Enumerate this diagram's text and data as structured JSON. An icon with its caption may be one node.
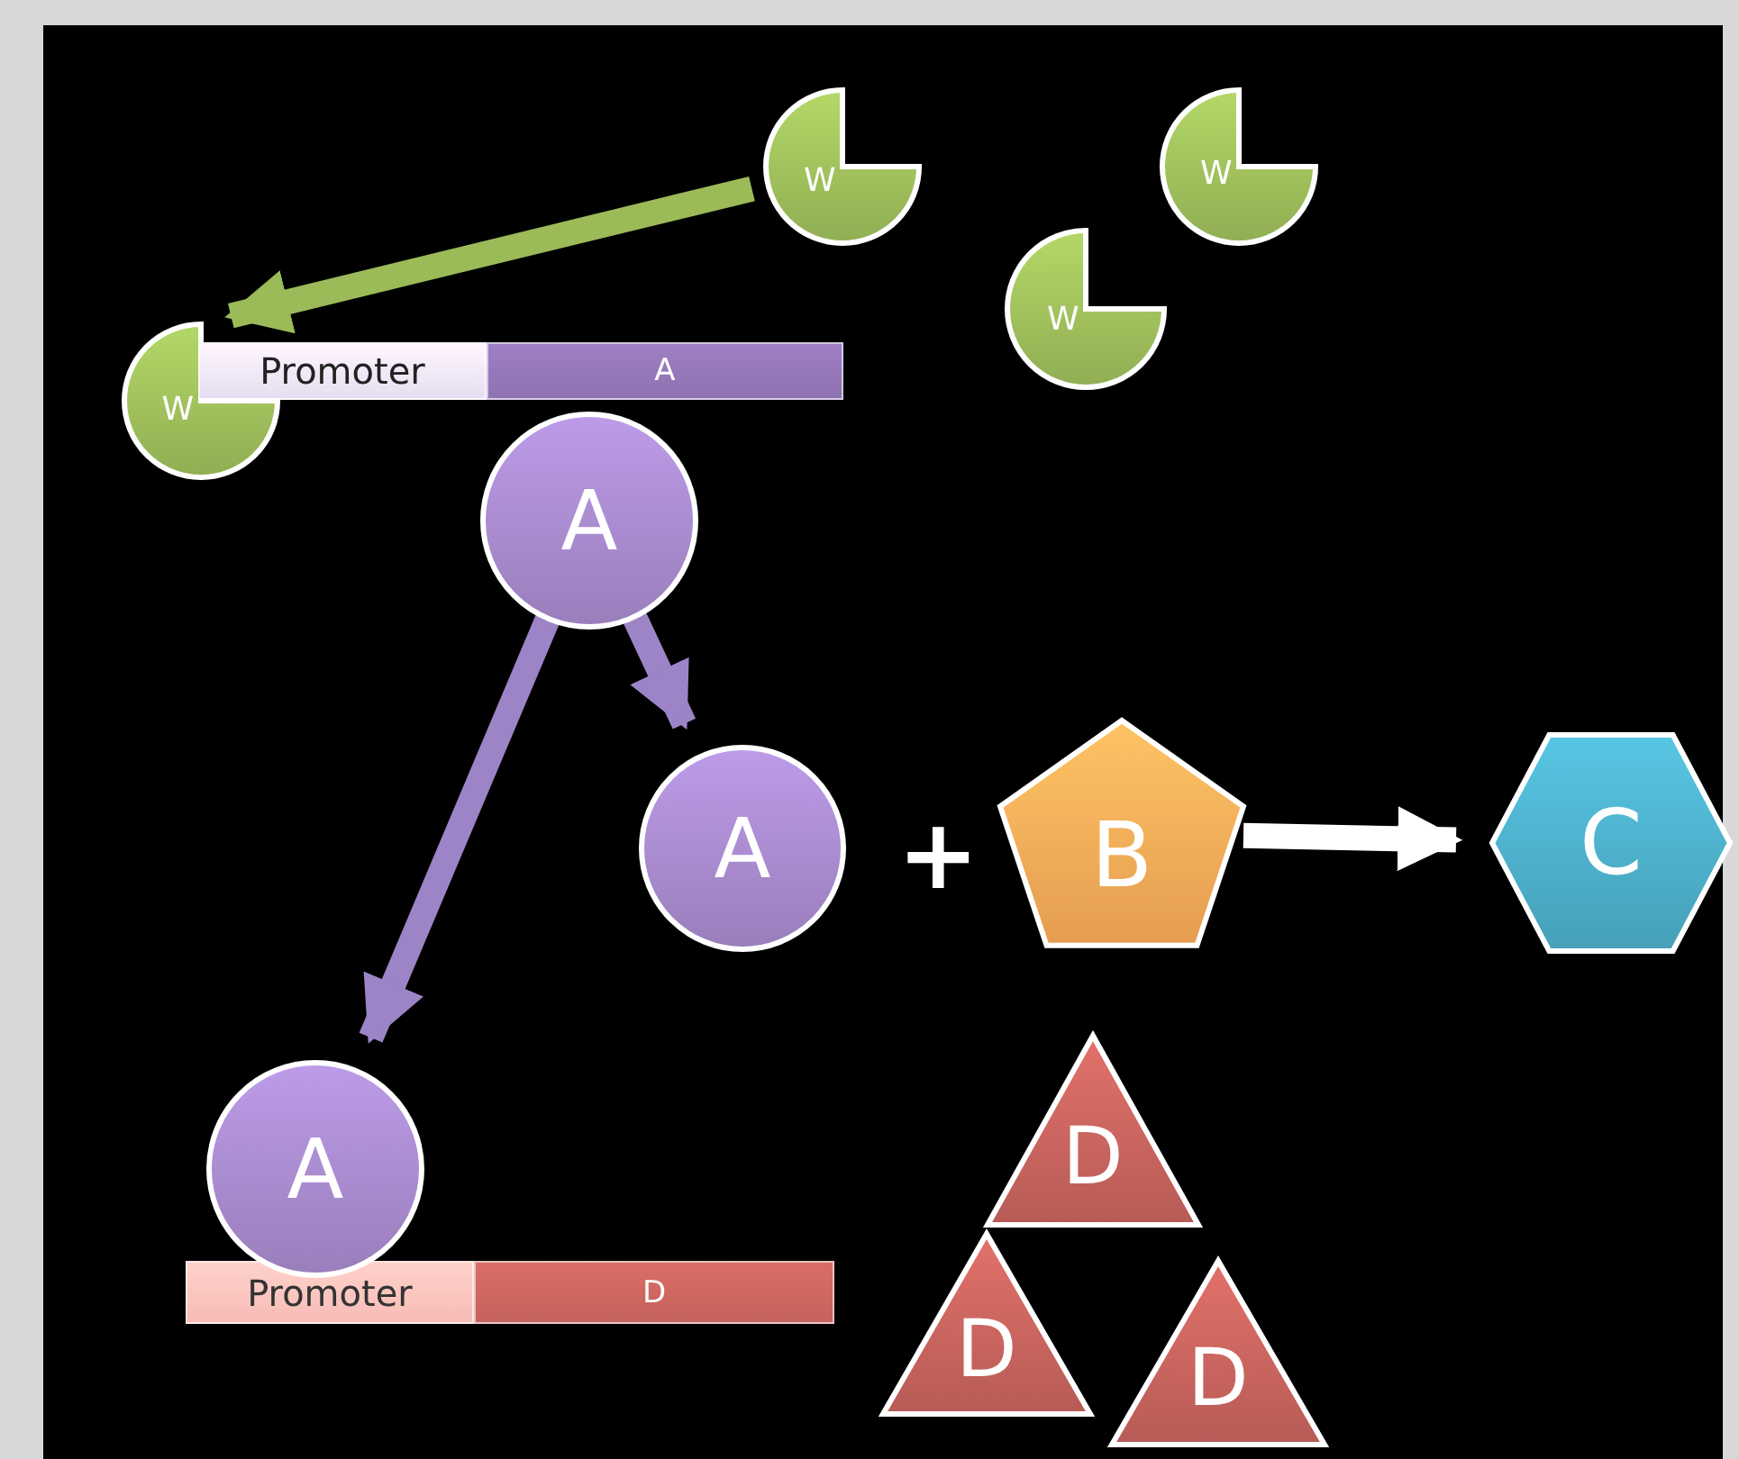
{
  "diagram": {
    "nodes": [
      {
        "text": [
          "W"
        ]
      },
      {
        "text": [
          "W"
        ]
      },
      {
        "text": [
          "W"
        ]
      },
      {
        "text": [
          "W"
        ]
      },
      {
        "text": [
          "Promoter"
        ]
      },
      {
        "text": [
          "A"
        ]
      },
      {
        "text": [
          "A"
        ]
      },
      {
        "text": [
          "A"
        ]
      },
      {
        "text": [
          "B"
        ]
      },
      {
        "text": [
          "C"
        ]
      },
      {
        "text": [
          "A"
        ]
      },
      {
        "text": [
          "Promoter"
        ]
      },
      {
        "text": [
          "D"
        ]
      },
      {
        "text": [
          "D"
        ]
      },
      {
        "text": [
          "D"
        ]
      },
      {
        "text": [
          "D"
        ]
      }
    ],
    "edges": [
      {
        "from": 0,
        "to": 3,
        "arrow": "to",
        "color": "#9bbb59"
      },
      {
        "from": 6,
        "to": 10,
        "arrow": "to"
      },
      {
        "from": 6,
        "to": 7,
        "arrow": "to"
      },
      {
        "from": 8,
        "to": 9,
        "arrow": "to",
        "color": "#ffffff"
      }
    ],
    "labels": [
      "+"
    ]
  }
}
